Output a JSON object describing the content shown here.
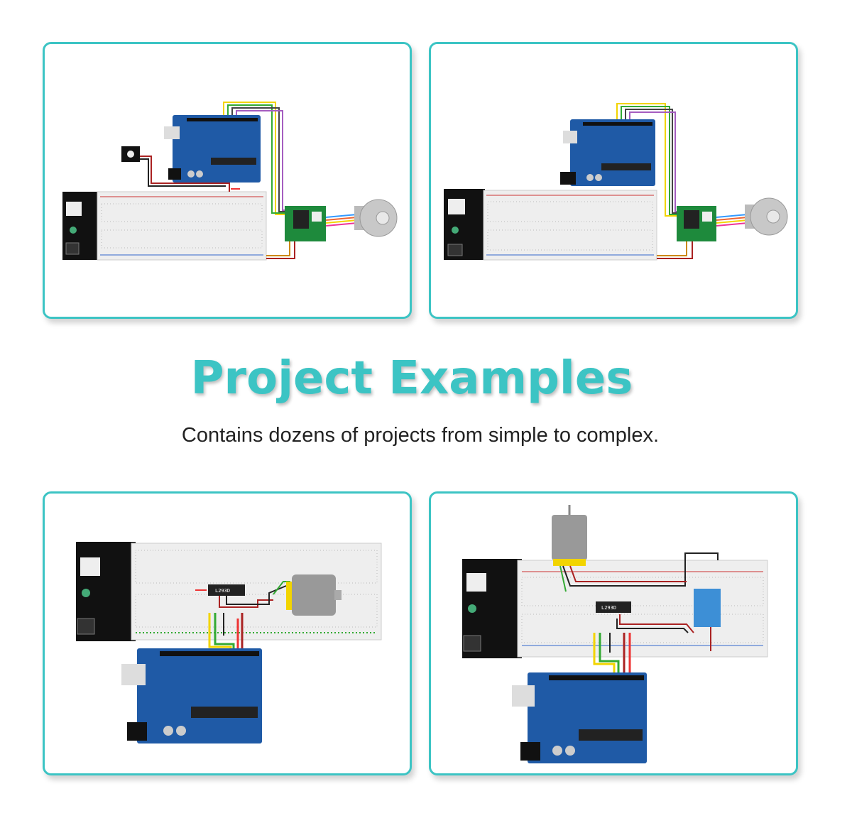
{
  "heading": {
    "title": "Project Examples",
    "subtitle": "Contains dozens of projects from simple to complex."
  },
  "colors": {
    "accent": "#3cc4c4",
    "arduino_blue": "#1f5aa6",
    "breadboard": "#eeeeee",
    "driver_board": "#1e8a3c"
  },
  "projects": [
    {
      "icon": "stepper-motor-with-sensor-diagram"
    },
    {
      "icon": "stepper-motor-diagram"
    },
    {
      "icon": "dc-motor-l293d-diagram",
      "chip_label": "L293D"
    },
    {
      "icon": "dc-motor-l293d-module-diagram",
      "chip_label": "L293D"
    }
  ]
}
